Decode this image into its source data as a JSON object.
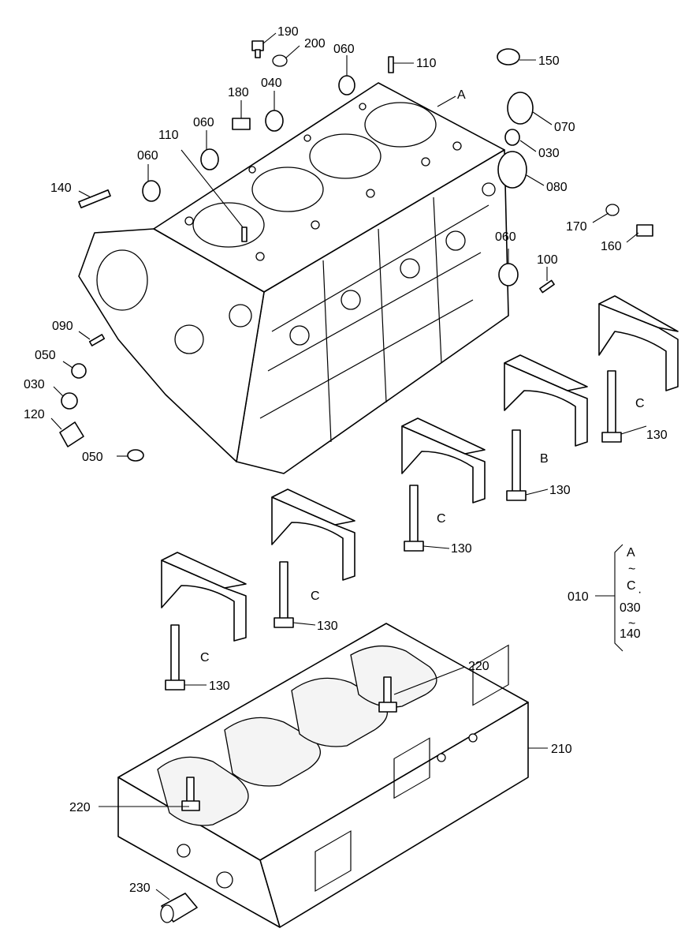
{
  "callouts": {
    "c190": "190",
    "c200": "200",
    "c060a": "060",
    "c110a": "110",
    "c150": "150",
    "cA": "A",
    "c180": "180",
    "c040": "040",
    "c060b": "060",
    "c070": "070",
    "c110b": "110",
    "c060c": "060",
    "c030a": "030",
    "c080": "080",
    "c140": "140",
    "c170": "170",
    "c160": "160",
    "c060d": "060",
    "c100": "100",
    "c090": "090",
    "c050a": "050",
    "c030b": "030",
    "c120": "120",
    "c050b": "050",
    "cC1": "C",
    "c130a": "130",
    "cB": "B",
    "c130b": "130",
    "cC2": "C",
    "c130c": "130",
    "cC3": "C",
    "c130d": "130",
    "cC4": "C",
    "c130e": "130",
    "c220a": "220",
    "c210": "210",
    "c220b": "220",
    "c230": "230"
  },
  "kit_note": {
    "ref": "010",
    "line1": "A",
    "tilde1": "~",
    "line2": "C",
    "dot": "·",
    "line3": "030",
    "tilde2": "~",
    "line4": "140"
  }
}
